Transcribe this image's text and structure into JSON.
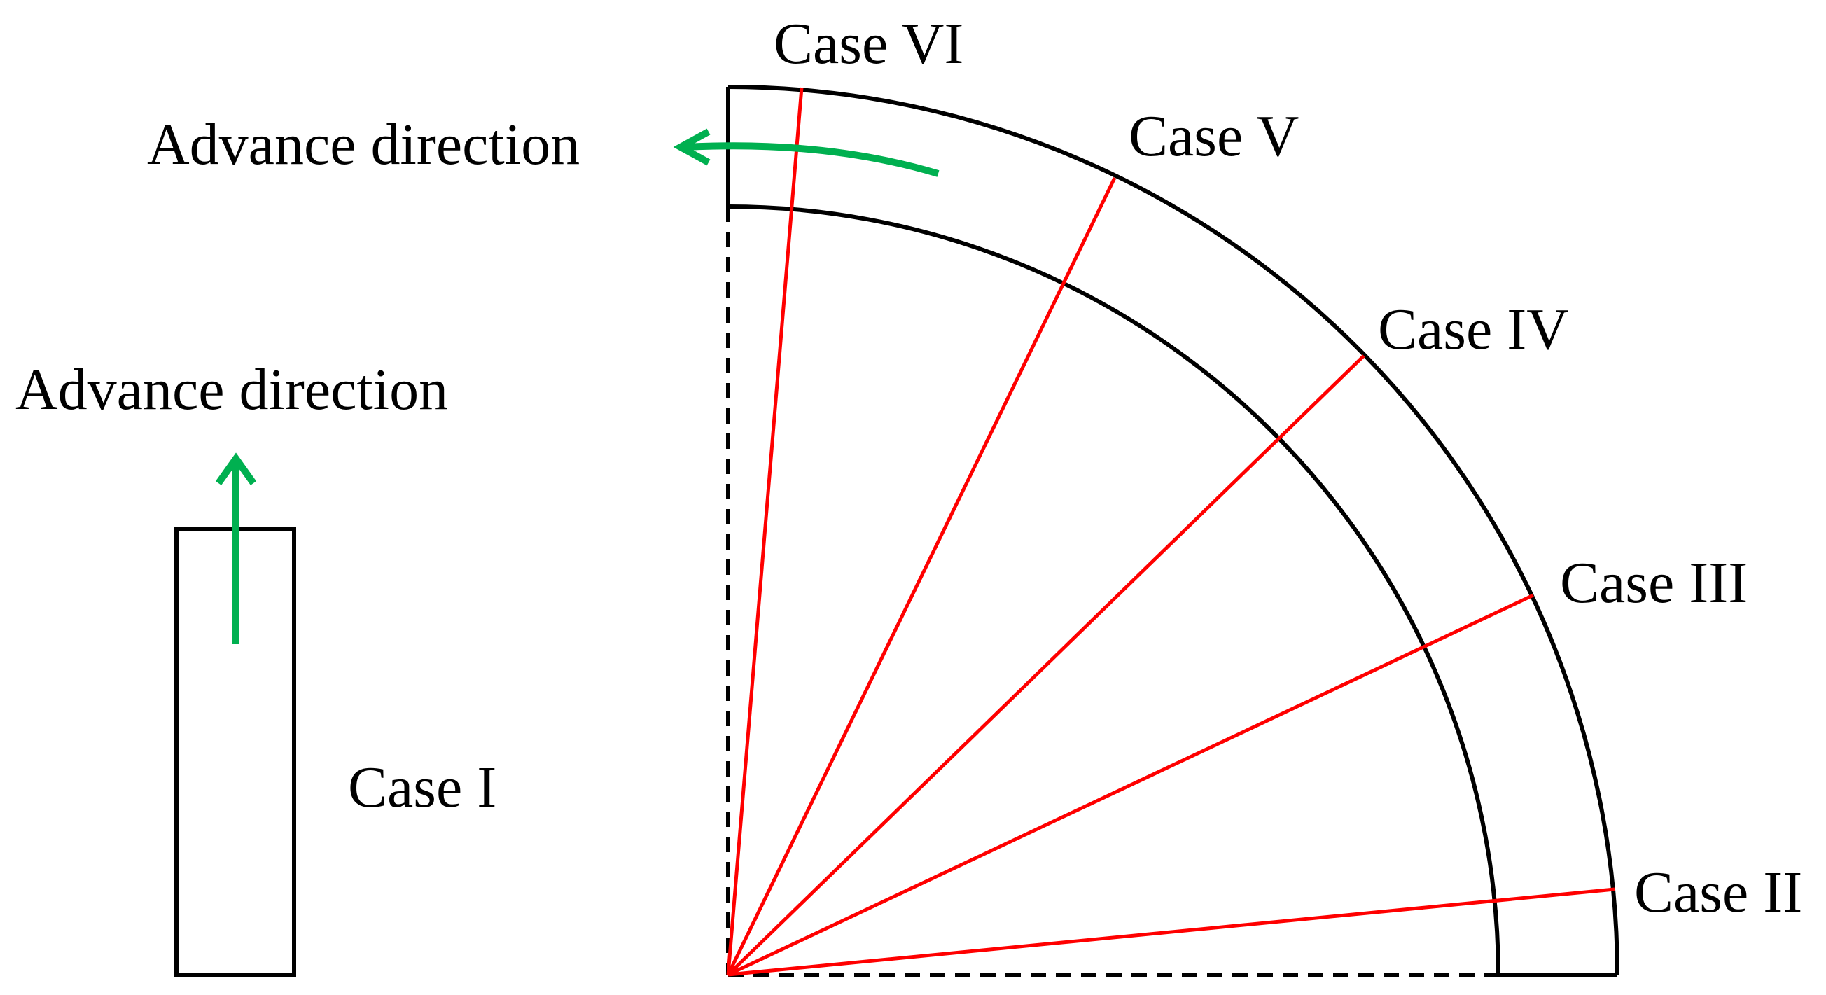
{
  "colors": {
    "outline": "#000000",
    "case_lines": "#ff0000",
    "advance_arrow": "#00b050"
  },
  "labels": {
    "advance_direction_straight": "Advance direction",
    "advance_direction_curved": "Advance direction",
    "case_1": "Case I",
    "case_2": "Case II",
    "case_3": "Case III",
    "case_4": "Case IV",
    "case_5": "Case V",
    "case_6": "Case VI"
  }
}
